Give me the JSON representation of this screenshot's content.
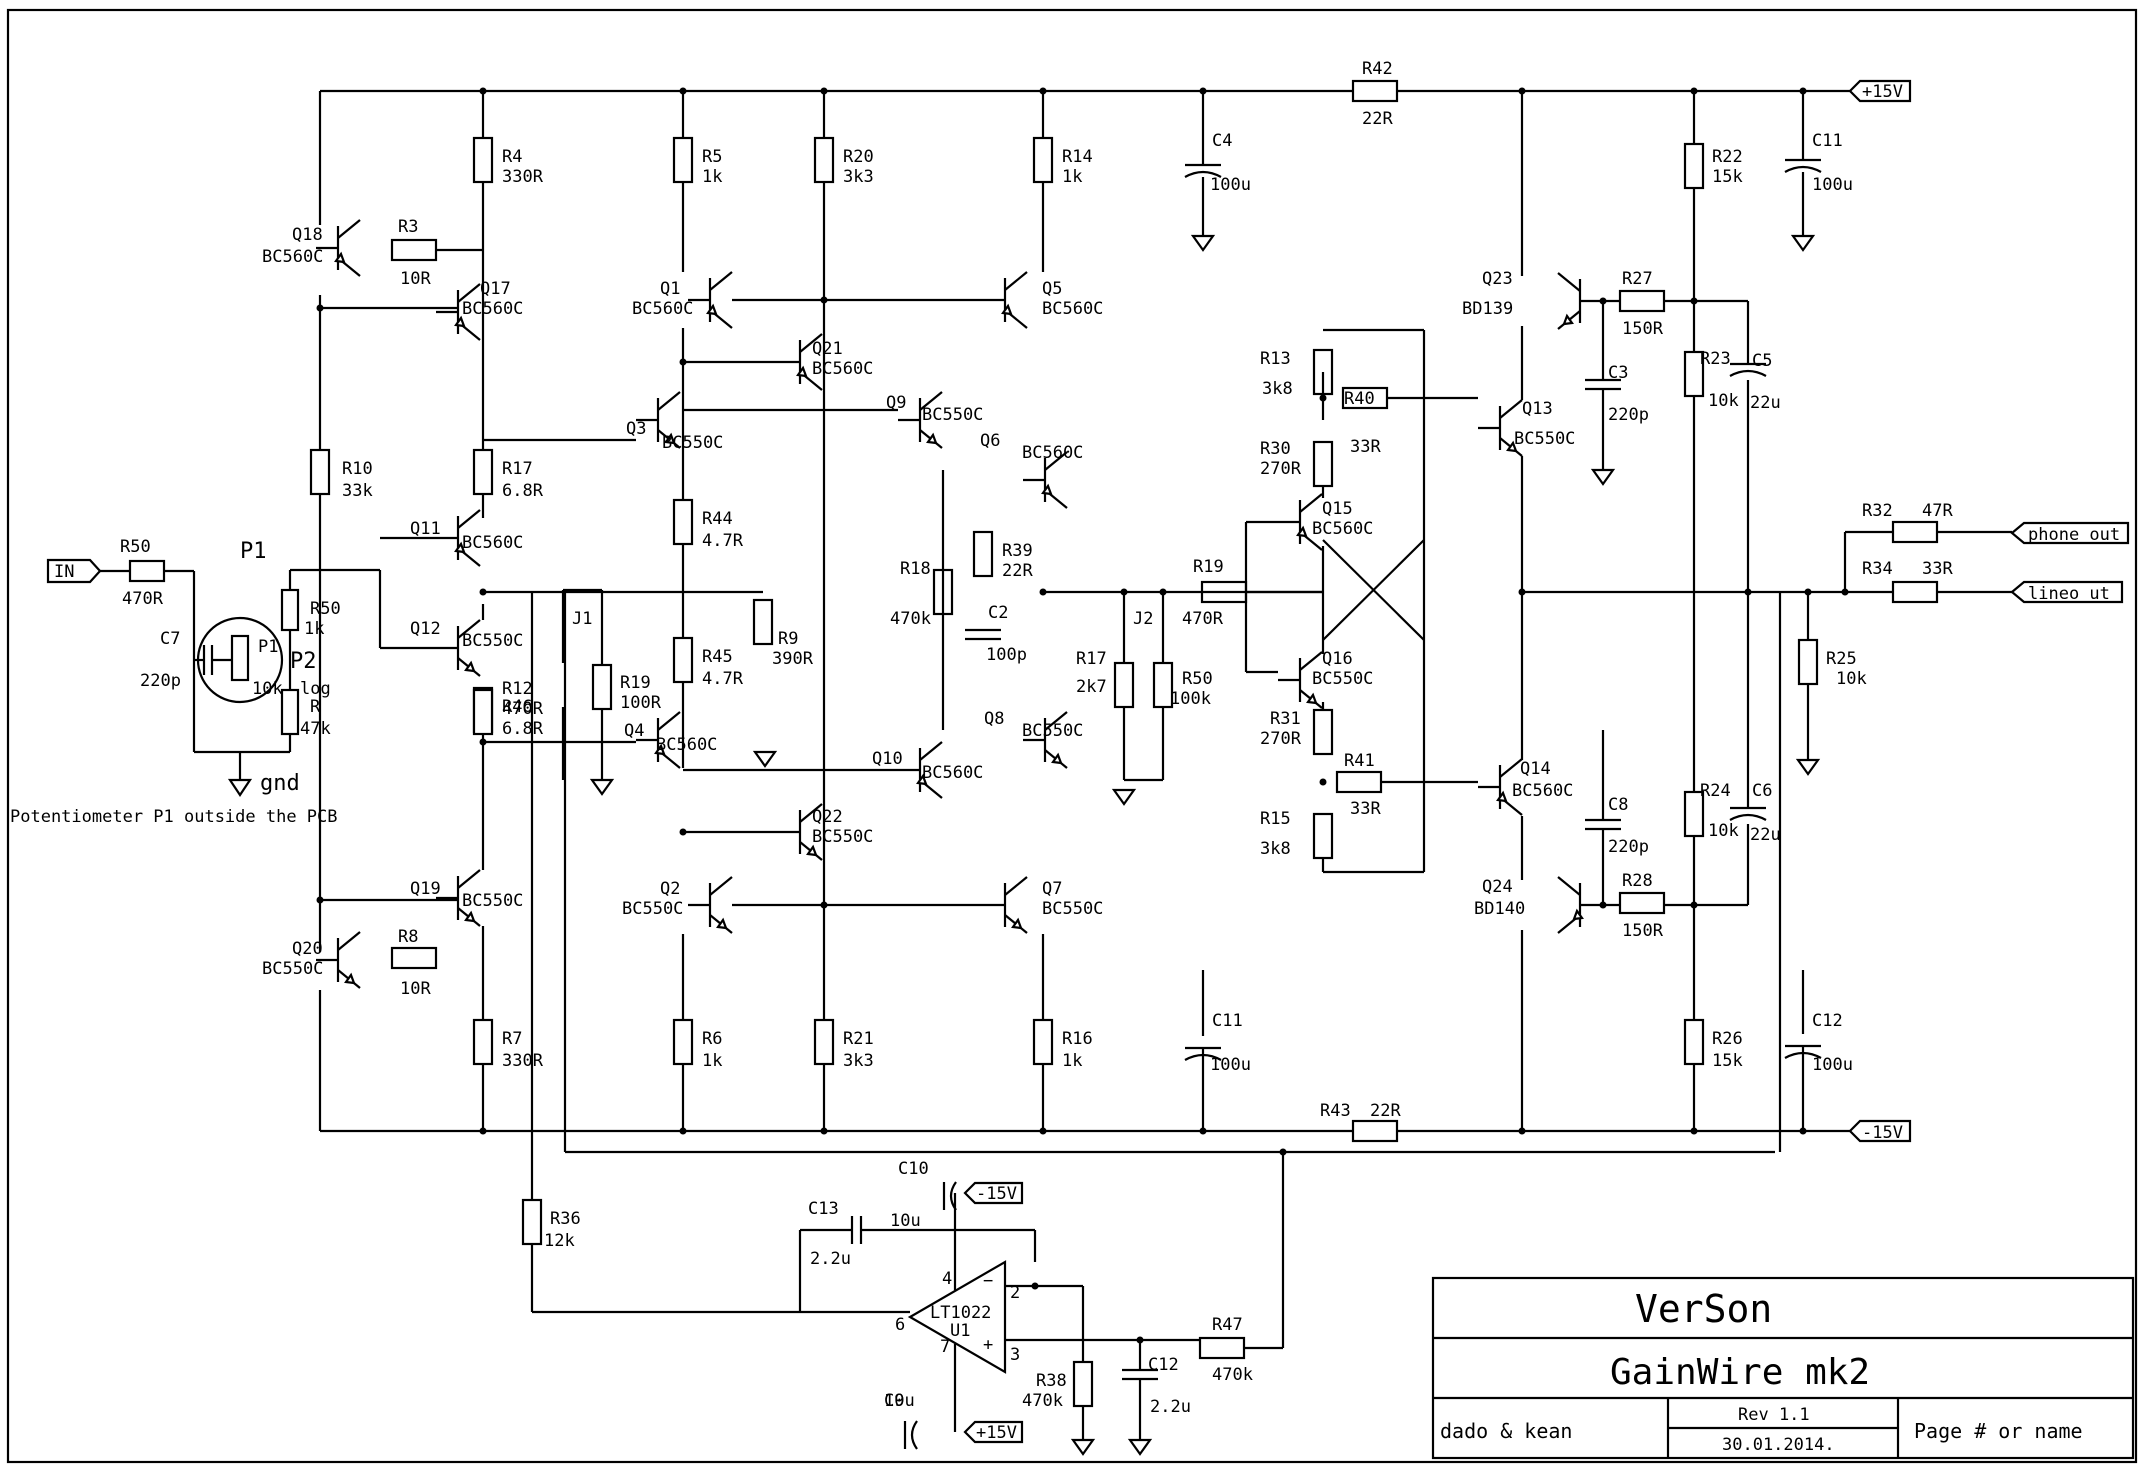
{
  "title_block": {
    "company": "VerSon",
    "project": "GainWire mk2",
    "authors": "dado & kean",
    "revision": "Rev 1.1",
    "date": "30.01.2014.",
    "page": "Page # or name"
  },
  "nets": {
    "in": "IN",
    "pos_rail": "+15V",
    "neg_rail": "-15V",
    "phone_out": "phone out",
    "line_out": "lineo ut",
    "gnd": "gnd",
    "opamp_pos": "+15V",
    "opamp_neg": "-15V"
  },
  "note": "Potentiometer P1 outside the PCB",
  "pot": {
    "ref": "P1",
    "ref2": "P2",
    "inner": "P1",
    "value": "10k",
    "taper": "log"
  },
  "junctions": {
    "j1": "J1",
    "j2": "J2"
  },
  "opamp": {
    "ref": "LT1022",
    "unit": "U1",
    "pins": {
      "p4": "4",
      "p2": "2",
      "p6": "6",
      "p7": "7",
      "p3": "3",
      "minus": "−",
      "plus": "+"
    }
  },
  "resistors": [
    {
      "ref": "R50",
      "value": "470R"
    },
    {
      "ref": "R50",
      "value": "1k"
    },
    {
      "ref": "R",
      "value": "47k"
    },
    {
      "ref": "R3",
      "value": "10R"
    },
    {
      "ref": "R4",
      "value": "330R"
    },
    {
      "ref": "R10",
      "value": "33k"
    },
    {
      "ref": "R17",
      "value": "6.8R"
    },
    {
      "ref": "R12",
      "value": "470R"
    },
    {
      "ref": "R46",
      "value": "6.8R"
    },
    {
      "ref": "R8",
      "value": "10R"
    },
    {
      "ref": "R7",
      "value": "330R"
    },
    {
      "ref": "R5",
      "value": "1k"
    },
    {
      "ref": "R20",
      "value": "3k3"
    },
    {
      "ref": "R14",
      "value": "1k"
    },
    {
      "ref": "R44",
      "value": "4.7R"
    },
    {
      "ref": "R45",
      "value": "4.7R"
    },
    {
      "ref": "R9",
      "value": "390R"
    },
    {
      "ref": "R19",
      "value": "100R"
    },
    {
      "ref": "R18",
      "value": "470k"
    },
    {
      "ref": "R39",
      "value": "22R"
    },
    {
      "ref": "R6",
      "value": "1k"
    },
    {
      "ref": "R21",
      "value": "3k3"
    },
    {
      "ref": "R16",
      "value": "1k"
    },
    {
      "ref": "R17",
      "value": "2k7"
    },
    {
      "ref": "R50",
      "value": "100k"
    },
    {
      "ref": "R19",
      "value": "470R"
    },
    {
      "ref": "R42",
      "value": "22R"
    },
    {
      "ref": "R43",
      "value": "22R"
    },
    {
      "ref": "R13",
      "value": "3k8"
    },
    {
      "ref": "R40",
      "value": "33R"
    },
    {
      "ref": "R30",
      "value": "270R"
    },
    {
      "ref": "R31",
      "value": "270R"
    },
    {
      "ref": "R41",
      "value": "33R"
    },
    {
      "ref": "R15",
      "value": "3k8"
    },
    {
      "ref": "R27",
      "value": "150R"
    },
    {
      "ref": "R28",
      "value": "150R"
    },
    {
      "ref": "R22",
      "value": "15k"
    },
    {
      "ref": "R23",
      "value": "10k"
    },
    {
      "ref": "R24",
      "value": "10k"
    },
    {
      "ref": "R26",
      "value": "15k"
    },
    {
      "ref": "R25",
      "value": "10k"
    },
    {
      "ref": "R32",
      "value": "47R"
    },
    {
      "ref": "R34",
      "value": "33R"
    },
    {
      "ref": "R36",
      "value": "12k"
    },
    {
      "ref": "R38",
      "value": "470k"
    },
    {
      "ref": "R47",
      "value": "470k"
    }
  ],
  "capacitors": [
    {
      "ref": "C7",
      "value": "220p"
    },
    {
      "ref": "C4",
      "value": "100u"
    },
    {
      "ref": "C11",
      "value": "100u"
    },
    {
      "ref": "C2",
      "value": "100p"
    },
    {
      "ref": "C11",
      "value": "100u"
    },
    {
      "ref": "C12",
      "value": "100u"
    },
    {
      "ref": "C3",
      "value": "220p"
    },
    {
      "ref": "C8",
      "value": "220p"
    },
    {
      "ref": "C5",
      "value": "22u"
    },
    {
      "ref": "C6",
      "value": "22u"
    },
    {
      "ref": "C13",
      "value": "2.2u"
    },
    {
      "ref": "C10",
      "value": "10u"
    },
    {
      "ref": "C9",
      "value": "10u"
    },
    {
      "ref": "C12",
      "value": "2.2u"
    }
  ],
  "transistors": [
    {
      "ref": "Q18",
      "part": "BC560C"
    },
    {
      "ref": "Q17",
      "part": "BC560C"
    },
    {
      "ref": "Q11",
      "part": "BC560C"
    },
    {
      "ref": "Q12",
      "part": "BC550C"
    },
    {
      "ref": "Q19",
      "part": "BC550C"
    },
    {
      "ref": "Q20",
      "part": "BC550C"
    },
    {
      "ref": "Q1",
      "part": "BC560C"
    },
    {
      "ref": "Q21",
      "part": "BC560C"
    },
    {
      "ref": "Q3",
      "part": "BC550C"
    },
    {
      "ref": "Q5",
      "part": "BC560C"
    },
    {
      "ref": "Q9",
      "part": "BC550C"
    },
    {
      "ref": "Q6",
      "part": "BC560C"
    },
    {
      "ref": "Q4",
      "part": "BC560C"
    },
    {
      "ref": "Q8",
      "part": "BC550C"
    },
    {
      "ref": "Q10",
      "part": "BC560C"
    },
    {
      "ref": "Q22",
      "part": "BC550C"
    },
    {
      "ref": "Q2",
      "part": "BC550C"
    },
    {
      "ref": "Q7",
      "part": "BC550C"
    },
    {
      "ref": "Q23",
      "part": "BD139"
    },
    {
      "ref": "Q13",
      "part": "BC550C"
    },
    {
      "ref": "Q15",
      "part": "BC560C"
    },
    {
      "ref": "Q16",
      "part": "BC550C"
    },
    {
      "ref": "Q14",
      "part": "BC560C"
    },
    {
      "ref": "Q24",
      "part": "BD140"
    }
  ]
}
